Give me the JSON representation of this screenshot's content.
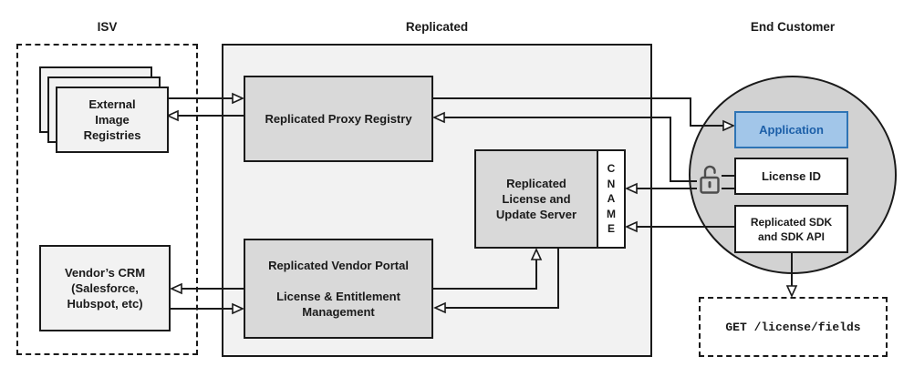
{
  "sections": {
    "isv": {
      "title": "ISV"
    },
    "replicated": {
      "title": "Replicated"
    },
    "end_customer": {
      "title": "End Customer"
    }
  },
  "nodes": {
    "external_image_registries": {
      "label": "External\nImage\nRegistries"
    },
    "vendors_crm": {
      "label": "Vendor’s CRM\n(Salesforce,\nHubspot, etc)"
    },
    "proxy_registry": {
      "label": "Replicated Proxy Registry"
    },
    "vendor_portal": {
      "title": "Replicated Vendor Portal",
      "subtitle": "License & Entitlement\nManagement"
    },
    "license_update_server": {
      "label": "Replicated\nLicense and\nUpdate Server"
    },
    "cname": {
      "label": "C\nN\nA\nM\nE"
    },
    "application": {
      "label": "Application"
    },
    "license_id": {
      "label": "License ID"
    },
    "replicated_sdk": {
      "label": "Replicated SDK\nand SDK API"
    },
    "api_endpoint": {
      "label": "GET /license/fields"
    }
  },
  "icons": {
    "lock": "unlocked-padlock-icon"
  },
  "colors": {
    "node_gray": "#d9d9d9",
    "container_gray": "#f2f2f2",
    "circle_gray": "#d2d2d2",
    "application_fill": "#a2c6e9",
    "application_border": "#2e74b5",
    "application_text": "#1c5fa8",
    "line": "#1a1a1a"
  }
}
